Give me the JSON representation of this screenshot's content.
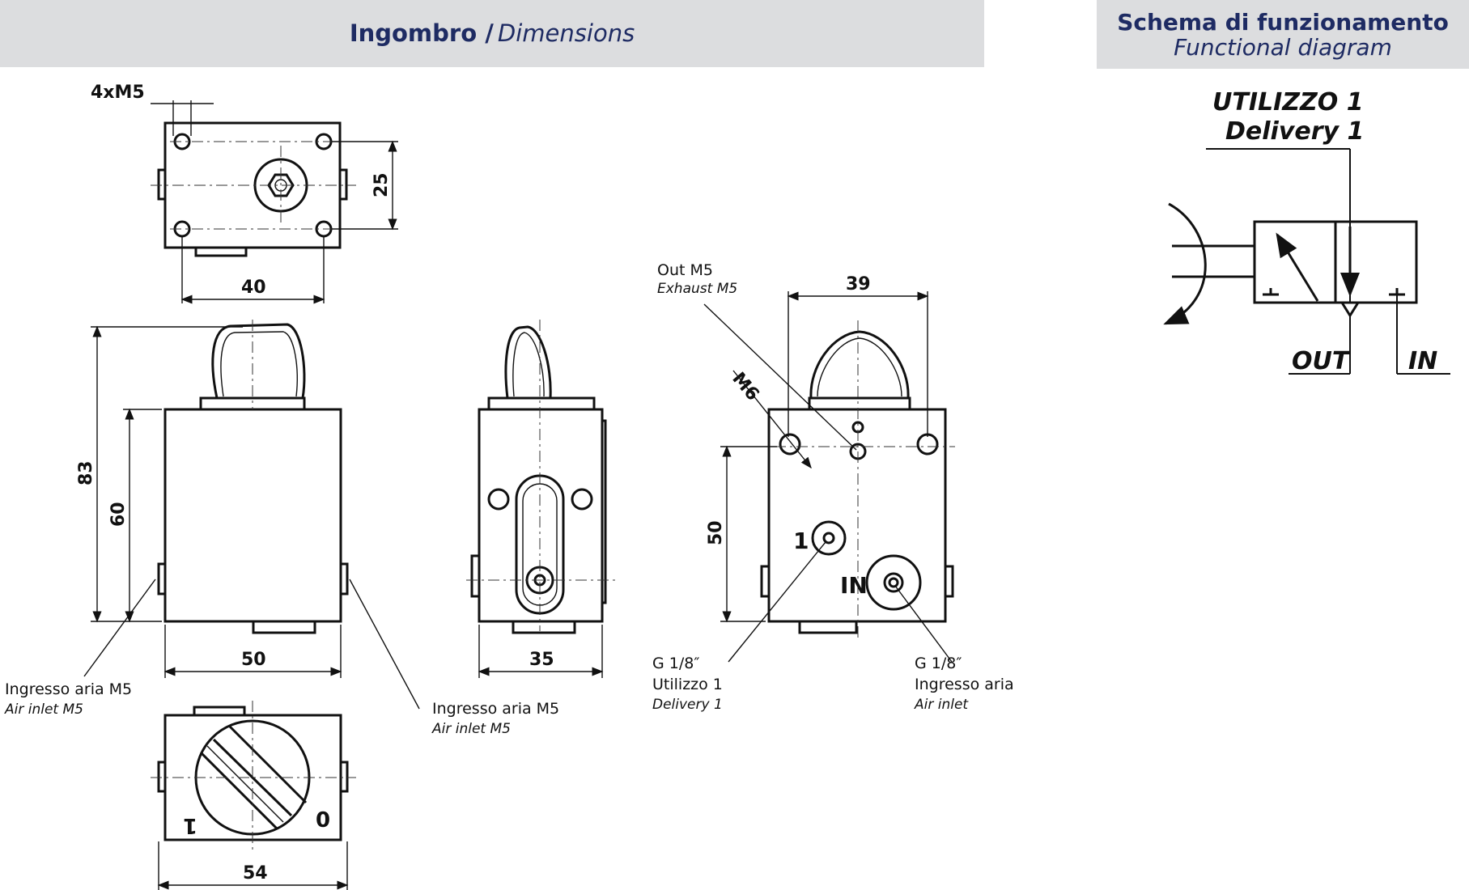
{
  "header": {
    "dimensions_bold": "Ingombro /",
    "dimensions_italic": "Dimensions",
    "functional_bold": "Schema di funzionamento",
    "functional_italic": "Functional diagram"
  },
  "dimensions": {
    "thread_4x": "4xM5",
    "top_height": "25",
    "top_width": "40",
    "height_total": "83",
    "height_body": "60",
    "front_width": "50",
    "side_width": "35",
    "back_width": "39",
    "back_height": "50",
    "bottom_width": "54",
    "m6": "M6"
  },
  "labels": {
    "out_m5": "Out M5",
    "exhaust_m5": "Exhaust M5",
    "port_1": "1",
    "port_in": "IN",
    "g18_delivery": "G 1/8″",
    "utilizzo_1": "Utilizzo 1",
    "delivery_1_small": "Delivery 1",
    "g18_inlet": "G 1/8″",
    "ingresso_aria": "Ingresso aria",
    "air_inlet": "Air inlet",
    "inlet_left": "Ingresso aria M5",
    "inlet_left_en": "Air inlet M5",
    "inlet_right": "Ingresso aria M5",
    "inlet_right_en": "Air inlet M5",
    "knob_1": "1",
    "knob_0": "0"
  },
  "schema": {
    "utilizzo": "UTILIZZO 1",
    "delivery": "Delivery 1",
    "out": "OUT",
    "in": "IN"
  }
}
